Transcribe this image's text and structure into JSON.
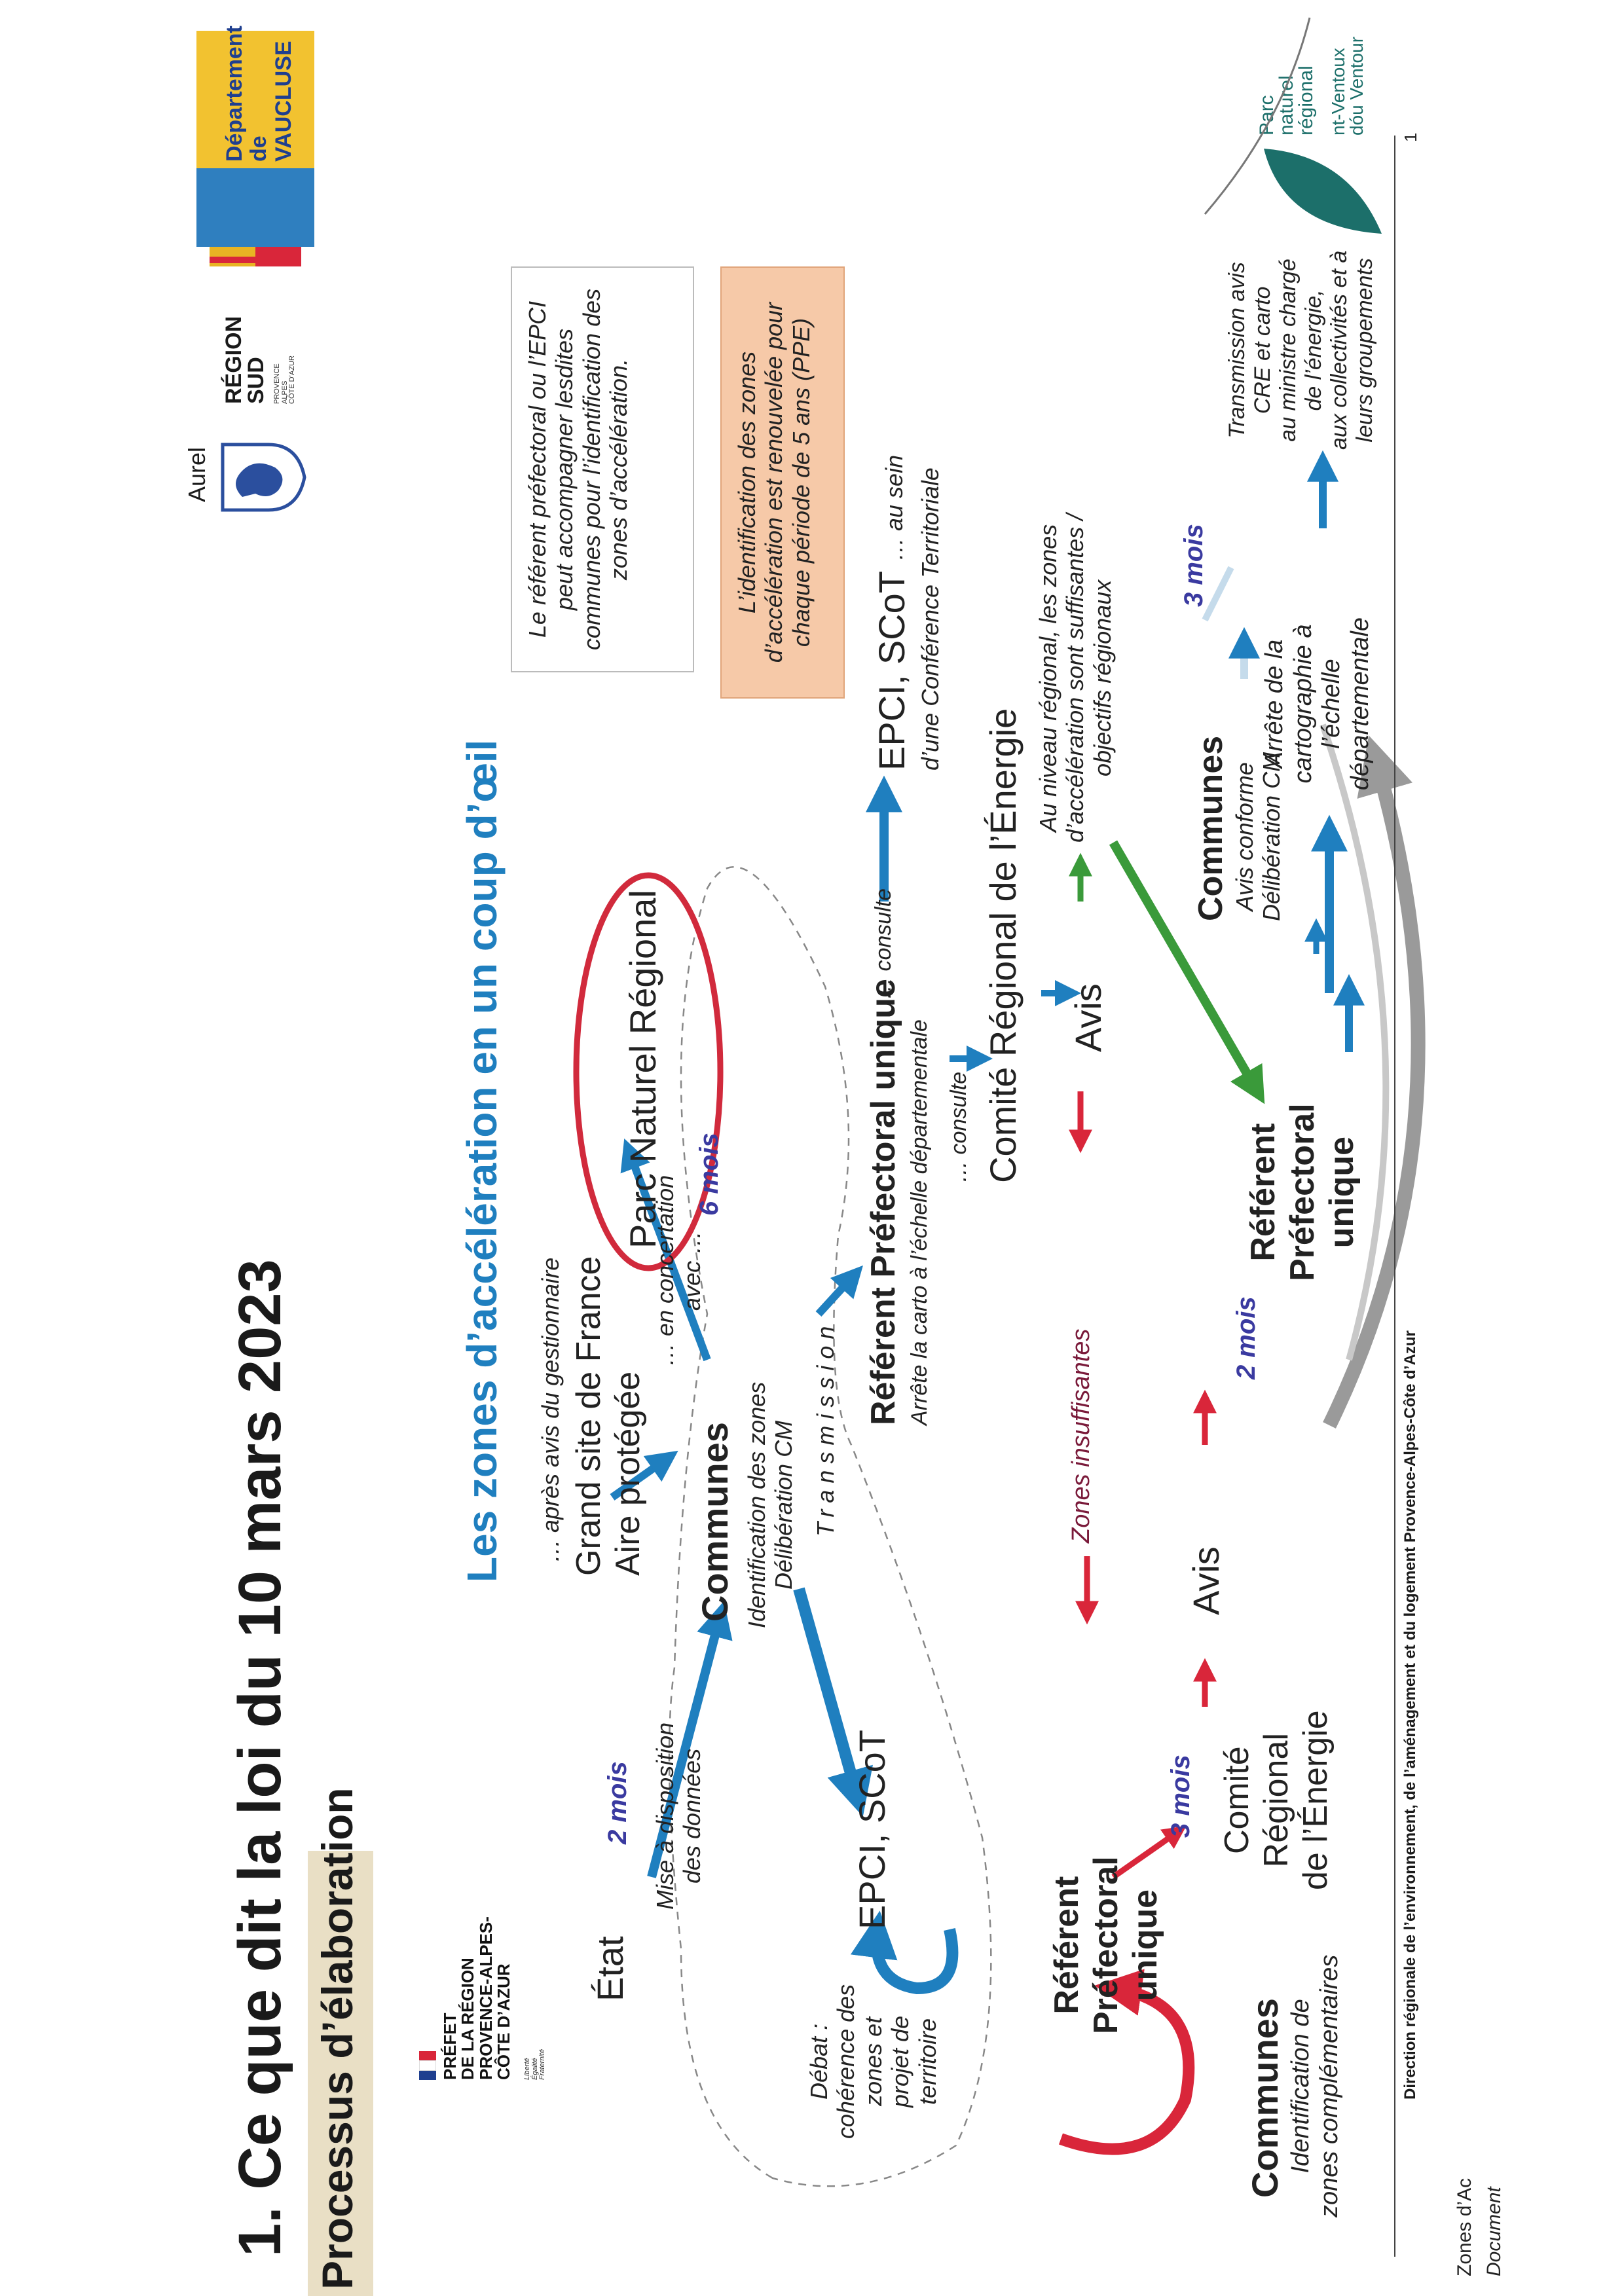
{
  "header": {
    "title": "1. Ce que dit la loi du 10 mars 2023",
    "subtitle": "Processus d’élaboration",
    "diagram_title": "Les zones d’accélération en un coup d’œil"
  },
  "logos": {
    "prefet_lines": "PRÉFET\nDE LA RÉGION\nPROVENCE-ALPES-\nCÔTE D’AZUR",
    "prefet_motto": "Liberté\nÉgalité\nFraternité",
    "aurel": "Aurel",
    "region_sud": "RÉGION\nSUD",
    "region_sub": "PROVENCE\nALPES\nCÔTE D’AZUR",
    "vaucluse": "Département\nde VAUCLUSE",
    "parc": "Parc\nnaturel\nrégional",
    "parc_sub": "nt-Ventoux\ndóu Ventour"
  },
  "nodes": {
    "etat": "État",
    "mise_dispo": "Mise à disposition\ndes données",
    "delay_2mois_a": "2 mois",
    "debat": "Débat :\ncohérence des\nzones et\nprojet de\nterritoire",
    "epci1": "EPCI, SCoT",
    "communes1": "Communes",
    "communes1_sub": "Identification des zones\nDélibération CM",
    "apres_avis": "… après avis du gestionnaire",
    "grand_site": "Grand site de France\nAire protégée",
    "en_concertation": "… en concertation\navec …",
    "delay_6mois": "6 mois",
    "parc_naturel": "Parc Naturel Régional",
    "transmission": "Transmission",
    "referent1": "Référent Préfectoral unique",
    "referent1_sub": "Arrête la carto à l’échelle départementale",
    "consulte1": "… consulte",
    "epci2": "EPCI, SCoT",
    "epci2_suffix": "… au sein",
    "conf_territoriale": "d’une Conférence Territoriale",
    "consulte2": "… consulte",
    "comite1": "Comité Régional de l’Énergie",
    "box1": "Le référent préfectoral ou l’EPCI\npeut accompagner lesdites\ncommunes pour l’identification des\nzones d’accélération.",
    "box2": "L’identification des zones\nd’accélération est renouvelée pour\nchaque période de 5 ans (PPE)",
    "avis1": "Avis",
    "zones_insuffisantes": "Zones insuffisantes",
    "niveau_regional": "Au niveau régional, les zones\nd’accélération sont suffisantes /\nobjectifs régionaux",
    "communes2": "Communes",
    "communes2_sub": "Identification de\nzones complémentaires",
    "referent2": "Référent\nPréfectoral\nunique",
    "delay_3mois_a": "3 mois",
    "comite2": "Comité\nRégional\nde l’Énergie",
    "avis2": "Avis",
    "delay_2mois_b": "2 mois",
    "referent3": "Référent\nPréfectoral\nunique",
    "communes3": "Communes",
    "communes3_sub": "Avis conforme\nDélibération CM",
    "arrete": "Arrête de la\ncartographie à\nl’échelle\ndépartementale",
    "delay_3mois_b": "3 mois",
    "transmission_avis": "Transmission avis\nCRE et carto\nau ministre chargé\nde l’énergie,\naux collectivités et à\nleurs groupements"
  },
  "footer": {
    "direction": "Direction régionale de l’environnement, de l’aménagement et du logement Provence-Alpes-Côte d’Azur",
    "page_number": "1",
    "zones_cut": "Zones d’Ac",
    "document_cut": "Document"
  },
  "colors": {
    "blue": "#1f7fbf",
    "red": "#d9263a",
    "green": "#3a9a3a",
    "gray": "#9a9a9a",
    "purple": "#3a3aa0",
    "ellipse": "#d12a3c"
  }
}
